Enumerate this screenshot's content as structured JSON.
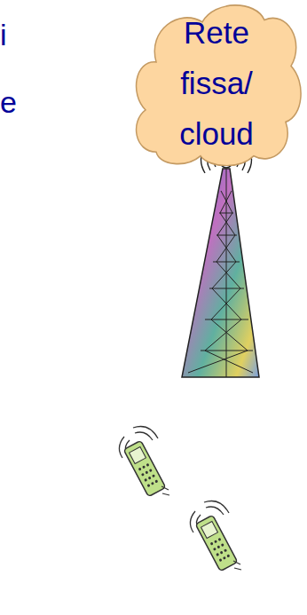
{
  "diagram": {
    "nodes": [
      {
        "text": [
          "Rete fissa/ cloud"
        ]
      }
    ],
    "labels": [
      "i",
      "e"
    ]
  }
}
